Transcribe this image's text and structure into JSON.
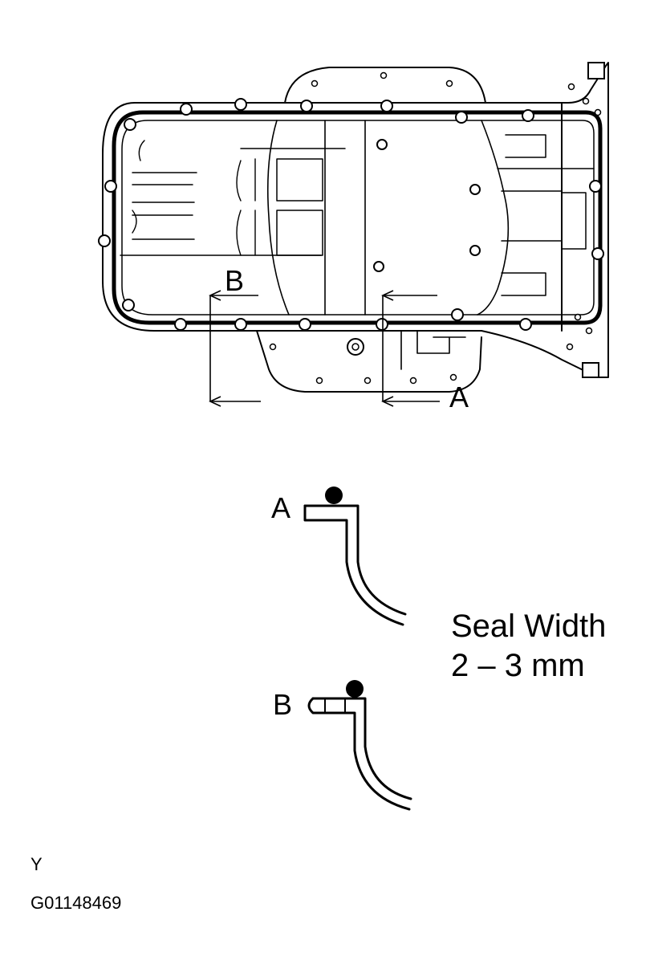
{
  "diagram": {
    "callouts": {
      "a_top": "A",
      "b_top": "B",
      "a_section": "A",
      "b_section": "B"
    },
    "seal_spec": {
      "line1": "Seal Width",
      "line2": "2 – 3 mm"
    },
    "footer": {
      "code": "Y",
      "figure_id": "G01148469"
    }
  }
}
